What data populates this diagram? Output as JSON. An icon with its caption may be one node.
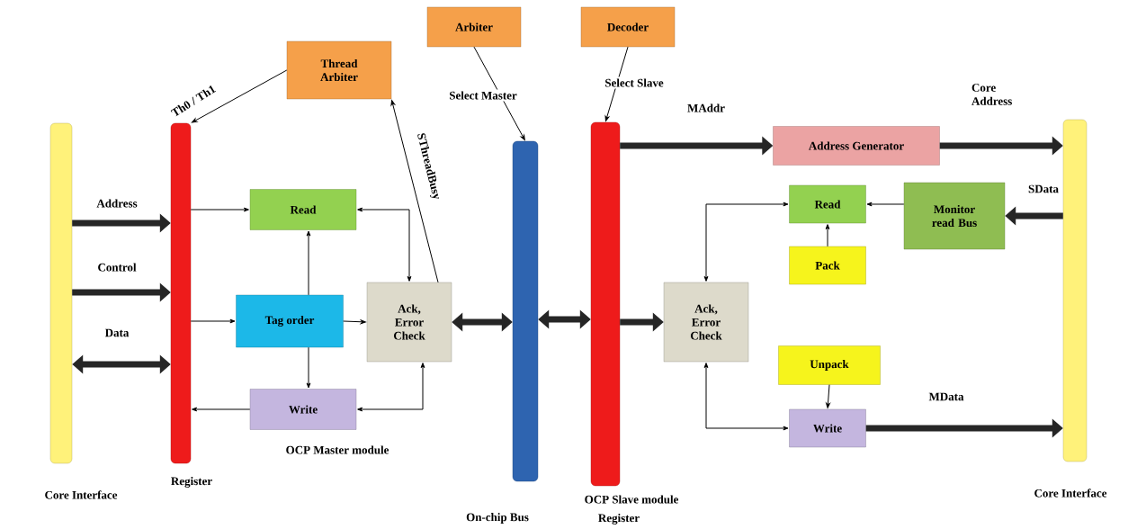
{
  "diagram": {
    "nodes": [
      {
        "text": [
          "Core Interface"
        ]
      },
      {
        "text": [
          "Register"
        ]
      },
      {
        "text": [
          "Thread Arbiter"
        ]
      },
      {
        "text": [
          "Arbiter"
        ]
      },
      {
        "text": [
          "Decoder"
        ]
      },
      {
        "text": [
          "Read"
        ]
      },
      {
        "text": [
          "Tag order"
        ]
      },
      {
        "text": [
          "Ack, Error Check"
        ]
      },
      {
        "text": [
          "Write"
        ]
      },
      {
        "text": [
          "On-chip Bus"
        ]
      },
      {
        "text": [
          "Register"
        ]
      },
      {
        "text": [
          "Address Generator"
        ]
      },
      {
        "text": [
          "Read"
        ]
      },
      {
        "text": [
          "Monitor read Bus"
        ]
      },
      {
        "text": [
          "Pack"
        ]
      },
      {
        "text": [
          "Ack, Error Check"
        ]
      },
      {
        "text": [
          "Unpack"
        ]
      },
      {
        "text": [
          "Write"
        ]
      },
      {
        "text": [
          "Core Interface"
        ]
      }
    ],
    "edges": [
      {
        "from": 2,
        "to": 1,
        "arrow": "to",
        "label": "Th0 / Th1"
      },
      {
        "from": 3,
        "to": 9,
        "arrow": "to",
        "label": "Select Master"
      },
      {
        "from": 4,
        "to": 10,
        "arrow": "to",
        "label": "Select Slave"
      },
      {
        "from": 0,
        "to": 1,
        "arrow": "to",
        "label": "Address",
        "style": "thick"
      },
      {
        "from": 0,
        "to": 1,
        "arrow": "to",
        "label": "Control",
        "style": "thick"
      },
      {
        "from": 0,
        "to": 1,
        "arrow": "both",
        "label": "Data",
        "style": "thick"
      },
      {
        "from": 1,
        "to": 5,
        "arrow": "to"
      },
      {
        "from": 1,
        "to": 6,
        "arrow": "to"
      },
      {
        "from": 8,
        "to": 1,
        "arrow": "to"
      },
      {
        "from": 6,
        "to": 5,
        "arrow": "to"
      },
      {
        "from": 6,
        "to": 8,
        "arrow": "to"
      },
      {
        "from": 6,
        "to": 7,
        "arrow": "to"
      },
      {
        "from": 7,
        "to": 5,
        "arrow": "both"
      },
      {
        "from": 7,
        "to": 8,
        "arrow": "both"
      },
      {
        "from": 7,
        "to": 2,
        "arrow": "to",
        "label": "SThreadBusy"
      },
      {
        "from": 7,
        "to": 9,
        "arrow": "both",
        "style": "thick"
      },
      {
        "from": 9,
        "to": 10,
        "arrow": "both",
        "style": "thick"
      },
      {
        "from": 10,
        "to": 15,
        "arrow": "to",
        "style": "thick"
      },
      {
        "from": 10,
        "to": 11,
        "arrow": "to",
        "label": "MAddr",
        "style": "thick"
      },
      {
        "from": 11,
        "to": 18,
        "arrow": "to",
        "label": "Core Address",
        "style": "thick"
      },
      {
        "from": 18,
        "to": 13,
        "arrow": "to",
        "label": "SData",
        "style": "thick"
      },
      {
        "from": 13,
        "to": 12,
        "arrow": "to"
      },
      {
        "from": 14,
        "to": 12,
        "arrow": "to"
      },
      {
        "from": 15,
        "to": 12,
        "arrow": "both"
      },
      {
        "from": 15,
        "to": 17,
        "arrow": "both"
      },
      {
        "from": 16,
        "to": 17,
        "arrow": "to"
      },
      {
        "from": 17,
        "to": 18,
        "arrow": "to",
        "label": "MData",
        "style": "thick"
      }
    ],
    "labels": [
      "OCP Master module",
      "OCP Slave module"
    ]
  }
}
